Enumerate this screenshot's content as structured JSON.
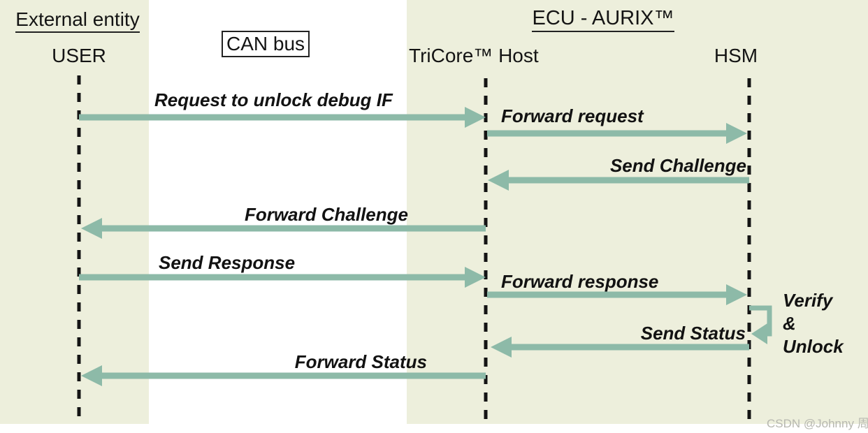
{
  "colors": {
    "panel": "#edefdc",
    "arrow": "#8dbaa8",
    "ink": "#141414",
    "watermark": "#b7b8b0"
  },
  "left_panel": {
    "title": "External entity",
    "actor": "USER"
  },
  "bus": {
    "label": "CAN bus"
  },
  "right_panel": {
    "title": "ECU - AURIX™",
    "actors": {
      "host": "TriCore™ Host",
      "hsm": "HSM"
    }
  },
  "messages": [
    {
      "label": "Request to unlock debug IF",
      "from": "USER",
      "to": "TriCore™ Host",
      "direction": "right"
    },
    {
      "label": "Forward request",
      "from": "TriCore™ Host",
      "to": "HSM",
      "direction": "right"
    },
    {
      "label": "Send Challenge",
      "from": "HSM",
      "to": "TriCore™ Host",
      "direction": "left"
    },
    {
      "label": "Forward Challenge",
      "from": "TriCore™ Host",
      "to": "USER",
      "direction": "left"
    },
    {
      "label": "Send Response",
      "from": "USER",
      "to": "TriCore™ Host",
      "direction": "right"
    },
    {
      "label": "Forward response",
      "from": "TriCore™ Host",
      "to": "HSM",
      "direction": "right"
    },
    {
      "label": "Send Status",
      "from": "HSM",
      "to": "TriCore™ Host",
      "direction": "left"
    },
    {
      "label": "Forward Status",
      "from": "TriCore™ Host",
      "to": "USER",
      "direction": "left"
    }
  ],
  "hsm_self_action": {
    "lines": [
      "Verify",
      "&",
      "Unlock"
    ]
  },
  "watermark": "CSDN @Johnny 周"
}
